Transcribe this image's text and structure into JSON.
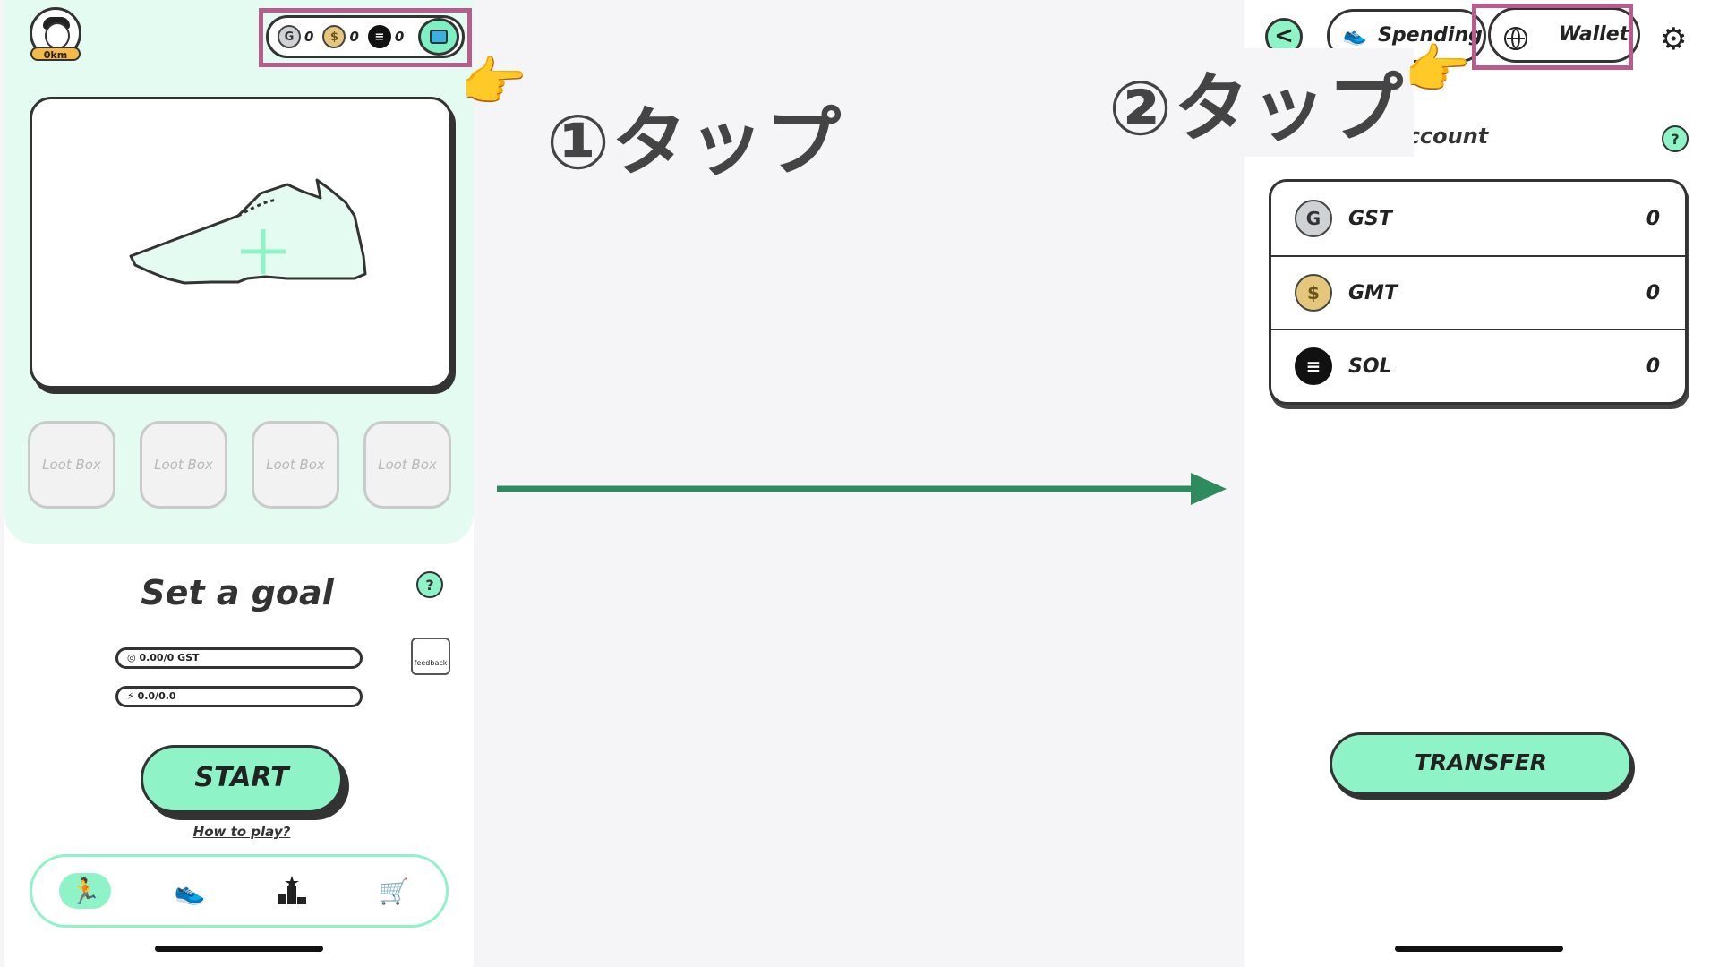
{
  "left_screen": {
    "profile": {
      "km": "0km"
    },
    "balances": [
      {
        "token": "GST",
        "amount": "0",
        "icon": "gst-coin-icon"
      },
      {
        "token": "GMT",
        "amount": "0",
        "icon": "gmt-coin-icon"
      },
      {
        "token": "SOL",
        "amount": "0",
        "icon": "sol-coin-icon"
      }
    ],
    "sneaker_slot": {
      "icon": "add-sneaker-plus-icon"
    },
    "loot_boxes": [
      "Loot Box",
      "Loot Box",
      "Loot Box",
      "Loot Box"
    ],
    "goal": {
      "title": "Set a goal",
      "help": "?",
      "gst_bar": "0.00/0 GST",
      "energy_bar": "0.0/0.0"
    },
    "feedback_label": "feedback",
    "start_label": "START",
    "how_to_play": "How to play?",
    "nav_tabs": [
      {
        "name": "run",
        "icon": "running-icon"
      },
      {
        "name": "sneakers",
        "icon": "sneaker-icon"
      },
      {
        "name": "leaderboard",
        "icon": "podium-icon"
      },
      {
        "name": "shop",
        "icon": "cart-icon"
      }
    ]
  },
  "annotations": {
    "step1": "①タップ",
    "step2": "②タップ"
  },
  "right_screen": {
    "back_label": "<",
    "tabs": {
      "spending": "Spending",
      "wallet": "Wallet"
    },
    "account_title": "Spending Account",
    "help": "?",
    "tokens": [
      {
        "name": "GST",
        "amount": "0"
      },
      {
        "name": "GMT",
        "amount": "0"
      },
      {
        "name": "SOL",
        "amount": "0"
      }
    ],
    "transfer_label": "TRANSFER"
  },
  "colors": {
    "mint": "#8ff3c8",
    "mint_bg": "#e4fbf1",
    "highlight": "#b85c8e",
    "arrow": "#2e8b5e"
  }
}
